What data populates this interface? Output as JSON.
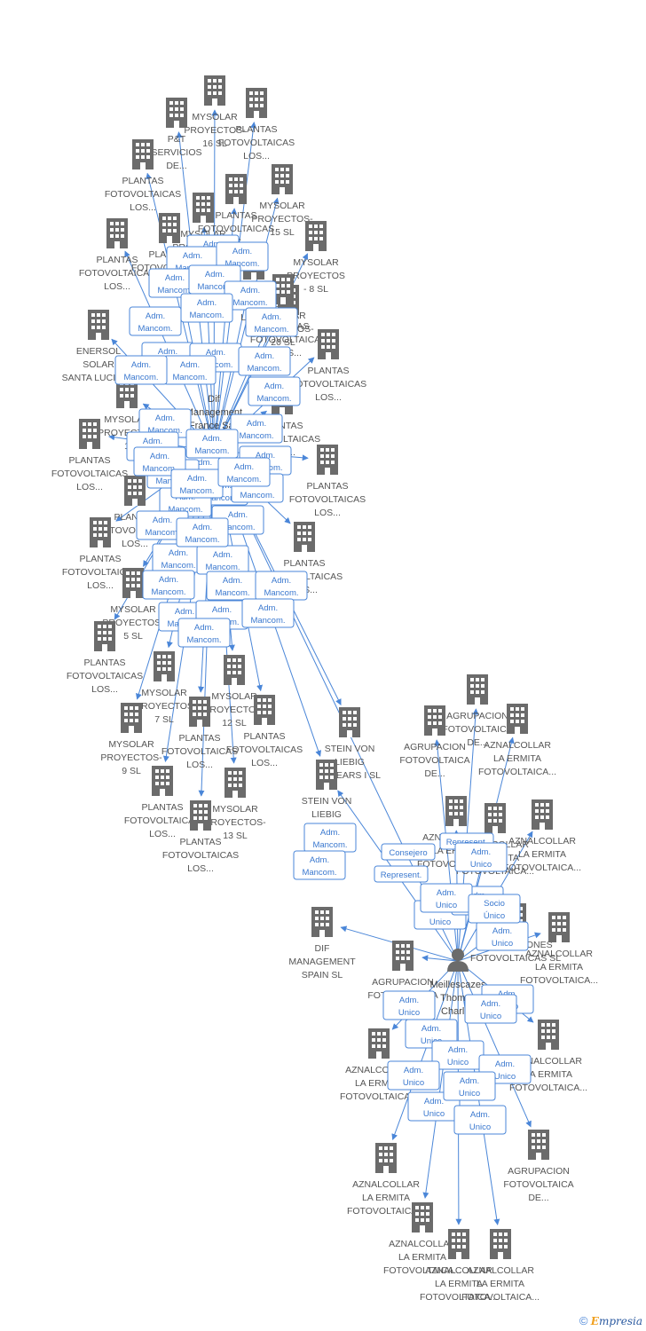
{
  "persons": [
    {
      "id": "p1",
      "label": [
        "Dif",
        "Management",
        "France Sas"
      ]
    },
    {
      "id": "p2",
      "label": [
        "Meillescazes",
        "Thomas",
        "Charles"
      ]
    }
  ],
  "companies": [
    {
      "id": "c1",
      "label": [
        "MYSOLAR",
        "PROYECTOS-",
        "16 SL"
      ]
    },
    {
      "id": "c2",
      "label": [
        "PLANTAS",
        "FOTOVOLTAICAS",
        "LOS..."
      ]
    },
    {
      "id": "c3",
      "label": [
        "P&T",
        "SERVICIOS",
        "DE..."
      ]
    },
    {
      "id": "c4",
      "label": [
        "PLANTAS",
        "FOTOVOLTAICAS",
        "LOS..."
      ]
    },
    {
      "id": "c5",
      "label": [
        "MYSOLAR",
        "PROYECTOS-",
        "15 SL"
      ]
    },
    {
      "id": "c6",
      "label": [
        "PLANTAS",
        "FOTOVOLTAICAS",
        "LOS..."
      ]
    },
    {
      "id": "c7",
      "label": [
        "MYSOLAR",
        "PROYECTOS-",
        "3 SL"
      ]
    },
    {
      "id": "c8",
      "label": [
        "PLANTAS",
        "FOTOVOLTAICAS",
        "LOS..."
      ]
    },
    {
      "id": "c9",
      "label": [
        "PLANTAS",
        "FOTOVOLTAICAS",
        "LOS..."
      ]
    },
    {
      "id": "c10",
      "label": [
        "MYSOLAR",
        "PROYECTOS",
        "- 8 SL"
      ]
    },
    {
      "id": "c11",
      "label": [
        "PLANTAS",
        "FOTOVOLTAICAS",
        "LOS..."
      ]
    },
    {
      "id": "c12",
      "label": [
        "PLANTAS",
        "FOTOVOLTAICAS",
        "LOS..."
      ]
    },
    {
      "id": "c13",
      "label": [
        "MYSOLAR",
        "PROYECTOS-",
        "20 SL"
      ]
    },
    {
      "id": "c14",
      "label": [
        "ENERSOL",
        "SOLAR",
        "SANTA LUCIA SL"
      ]
    },
    {
      "id": "c15",
      "label": [
        "PLANTAS",
        "FOTOVOLTAICAS",
        "LOS..."
      ]
    },
    {
      "id": "c16",
      "label": [
        "MYSOLAR",
        "PROYECTOS",
        "1"
      ]
    },
    {
      "id": "c17",
      "label": [
        "PLANTAS",
        "FOTOVOLTAICAS",
        "LOS..."
      ]
    },
    {
      "id": "c18",
      "label": [
        "PLANTAS",
        "FOTOVOLTAICAS",
        "LOS..."
      ]
    },
    {
      "id": "c19",
      "label": [
        "PLANTAS",
        "FOTOVOLTAICAS",
        "LOS..."
      ]
    },
    {
      "id": "c20",
      "label": [
        "PLANTAS",
        "FOTOVOLTAICAS",
        "LOS..."
      ]
    },
    {
      "id": "c21",
      "label": [
        "PLANTAS",
        "FOTOVOLTAICAS",
        "LOS..."
      ]
    },
    {
      "id": "c22",
      "label": [
        "PLANTAS",
        "FOTOVOLTAICAS",
        "LOS..."
      ]
    },
    {
      "id": "c23",
      "label": [
        "MYSOLAR",
        "PROYECTOS-",
        "5 SL"
      ]
    },
    {
      "id": "c24",
      "label": [
        "PLANTAS",
        "FOTOVOLTAICAS",
        "LOS..."
      ]
    },
    {
      "id": "c25",
      "label": [
        "MYSOLAR",
        "PROYECTOS",
        "7 SL"
      ]
    },
    {
      "id": "c26",
      "label": [
        "MYSOLAR",
        "PROYECTOS-",
        "12 SL"
      ]
    },
    {
      "id": "c27",
      "label": [
        "MYSOLAR",
        "PROYECTOS-",
        "9 SL"
      ]
    },
    {
      "id": "c28",
      "label": [
        "PLANTAS",
        "FOTOVOLTAICAS",
        "LOS..."
      ]
    },
    {
      "id": "c29",
      "label": [
        "PLANTAS",
        "FOTOVOLTAICAS",
        "LOS..."
      ]
    },
    {
      "id": "c30",
      "label": [
        "PLANTAS",
        "FOTOVOLTAICAS",
        "LOS..."
      ]
    },
    {
      "id": "c31",
      "label": [
        "MYSOLAR",
        "PROYECTOS-",
        "13 SL"
      ]
    },
    {
      "id": "c32",
      "label": [
        "PLANTAS",
        "FOTOVOLTAICAS",
        "LOS..."
      ]
    },
    {
      "id": "c33",
      "label": [
        "STEIN VON",
        "LIEBIG",
        "BALEARS I SL"
      ]
    },
    {
      "id": "c34",
      "label": [
        "STEIN VON",
        "LIEBIG",
        "BA..."
      ]
    },
    {
      "id": "c35",
      "label": [
        "DIF",
        "MANAGEMENT",
        "SPAIN  SL"
      ]
    },
    {
      "id": "c36",
      "label": [
        "AGRUPACION",
        "FOTOVOLTAICA",
        "DE..."
      ]
    },
    {
      "id": "c37",
      "label": [
        "AGRUPACION",
        "FOTOVOLTAICA",
        "DE..."
      ]
    },
    {
      "id": "c38",
      "label": [
        "AZNALCOLLAR",
        "LA ERMITA",
        "FOTOVOLTAICA..."
      ]
    },
    {
      "id": "c39",
      "label": [
        "AZNALCOLLAR",
        "LA ERMITA",
        "FOTOVOLTAICA..."
      ]
    },
    {
      "id": "c40",
      "label": [
        "AZNALCOLLAR",
        "LA ERMITA",
        "FOTOVOLTAICA..."
      ]
    },
    {
      "id": "c41",
      "label": [
        "AZNALCOLLAR",
        "LA ERMITA",
        "FOTOVOLTAICA..."
      ]
    },
    {
      "id": "c42",
      "label": [
        "INSTALACIONES",
        "FOTOVOLTAICAS SL"
      ]
    },
    {
      "id": "c43",
      "label": [
        "AGRUPACION",
        "FOTOVOLTAICA",
        "DE..."
      ]
    },
    {
      "id": "c44",
      "label": [
        "AZNALCOLLAR",
        "LA ERMITA",
        "FOTOVOLTAICA..."
      ]
    },
    {
      "id": "c45",
      "label": [
        "AZNALCOLLAR",
        "LA ERMITA",
        "FOTOVOLTAICA..."
      ]
    },
    {
      "id": "c46",
      "label": [
        "AZNALCOLLAR",
        "LA ERMITA",
        "FOTOVOLTAICA..."
      ]
    },
    {
      "id": "c47",
      "label": [
        "AGRUPACION",
        "FOTOVOLTAICA",
        "DE..."
      ]
    },
    {
      "id": "c48",
      "label": [
        "AZNALCOLLAR",
        "LA ERMITA",
        "FOTOVOLTAICA..."
      ]
    },
    {
      "id": "c49",
      "label": [
        "AZNALCOLLAR",
        "LA ERMITA",
        "FOTOVOLTAICA..."
      ]
    },
    {
      "id": "c50",
      "label": [
        "AZNALCOLLAR",
        "LA ERMITA",
        "FOTOVOLTAICA..."
      ]
    },
    {
      "id": "c51",
      "label": [
        "AZNALCOLLAR",
        "LA ERMITA",
        "FOTOVOLTAICA..."
      ]
    }
  ],
  "relations": [
    {
      "id": "r1",
      "text": [
        "Adm.",
        "Mancom."
      ]
    },
    {
      "id": "r2",
      "text": [
        "Adm.",
        "Mancom."
      ]
    },
    {
      "id": "r3",
      "text": [
        "Adm.",
        "Mancom."
      ]
    },
    {
      "id": "r4",
      "text": [
        "Adm.",
        "Mancom."
      ]
    },
    {
      "id": "r5",
      "text": [
        "Adm.",
        "Mancom."
      ]
    },
    {
      "id": "r6",
      "text": [
        "Adm.",
        "Mancom."
      ]
    },
    {
      "id": "r7",
      "text": [
        "Adm.",
        "Mancom."
      ]
    },
    {
      "id": "r8",
      "text": [
        "Adm.",
        "Mancom."
      ]
    },
    {
      "id": "r9",
      "text": [
        "Adm.",
        "Mancom."
      ]
    },
    {
      "id": "r10",
      "text": [
        "Adm.",
        "Mancom."
      ]
    },
    {
      "id": "r11",
      "text": [
        "Adm.",
        "Mancom."
      ]
    },
    {
      "id": "r12",
      "text": [
        "Adm.",
        "Mancom."
      ]
    },
    {
      "id": "r13",
      "text": [
        "Adm.",
        "Mancom."
      ]
    },
    {
      "id": "r14",
      "text": [
        "Adm.",
        "Mancom."
      ]
    },
    {
      "id": "r15",
      "text": [
        "Adm.",
        "Mancom."
      ]
    },
    {
      "id": "r16",
      "text": [
        "Adm.",
        "Mancom."
      ]
    },
    {
      "id": "r17",
      "text": [
        "Adm.",
        "Mancom."
      ]
    },
    {
      "id": "r18",
      "text": [
        "Adm.",
        "Mancom."
      ]
    },
    {
      "id": "r19",
      "text": [
        "Adm.",
        "Mancom."
      ]
    },
    {
      "id": "r20",
      "text": [
        "Adm.",
        "Mancom."
      ]
    },
    {
      "id": "r21",
      "text": [
        "Adm.",
        "Mancom."
      ]
    },
    {
      "id": "r22",
      "text": [
        "Adm.",
        "Mancom."
      ]
    },
    {
      "id": "r23",
      "text": [
        "Adm.",
        "Mancom."
      ]
    },
    {
      "id": "r24",
      "text": [
        "Adm.",
        "Mancom."
      ]
    },
    {
      "id": "r25",
      "text": [
        "Adm.",
        "Mancom."
      ]
    },
    {
      "id": "r26",
      "text": [
        "Adm.",
        "Mancom."
      ]
    },
    {
      "id": "r27",
      "text": [
        "Adm.",
        "Mancom."
      ]
    },
    {
      "id": "r28",
      "text": [
        "Adm.",
        "Mancom."
      ]
    },
    {
      "id": "r29",
      "text": [
        "Adm.",
        "Mancom."
      ]
    },
    {
      "id": "r30",
      "text": [
        "Adm.",
        "Mancom."
      ]
    },
    {
      "id": "r31",
      "text": [
        "Adm.",
        "Mancom."
      ]
    },
    {
      "id": "r32",
      "text": [
        "Adm.",
        "Mancom."
      ]
    },
    {
      "id": "r33",
      "text": [
        "Adm.",
        "Mancom."
      ]
    },
    {
      "id": "r34",
      "text": [
        "Adm.",
        "Mancom."
      ]
    },
    {
      "id": "r35",
      "text": [
        "Adm.",
        "Mancom."
      ]
    },
    {
      "id": "r36",
      "text": [
        "Adm.",
        "Mancom."
      ]
    },
    {
      "id": "r37",
      "text": [
        "Adm.",
        "Mancom."
      ]
    },
    {
      "id": "r38",
      "text": [
        "Adm.",
        "Mancom."
      ]
    },
    {
      "id": "r39",
      "text": [
        "Adm.",
        "Mancom."
      ]
    },
    {
      "id": "r40",
      "text": [
        "Adm.",
        "Mancom."
      ]
    },
    {
      "id": "r41",
      "text": [
        "Adm.",
        "Mancom."
      ]
    },
    {
      "id": "r42",
      "text": [
        "Adm.",
        "Mancom."
      ]
    },
    {
      "id": "r43",
      "text": [
        "Consejero"
      ]
    },
    {
      "id": "r44",
      "text": [
        "Represent."
      ]
    },
    {
      "id": "r45",
      "text": [
        "Represent."
      ]
    },
    {
      "id": "r46",
      "text": [
        "Adm.",
        "Unico"
      ]
    },
    {
      "id": "r47",
      "text": [
        "Adm.",
        "Unico"
      ]
    },
    {
      "id": "r48",
      "text": [
        "Adm.",
        "Unico"
      ]
    },
    {
      "id": "r49",
      "text": [
        "Adm.",
        "Unico"
      ]
    },
    {
      "id": "r50",
      "text": [
        "Adm.",
        "Unico"
      ]
    },
    {
      "id": "r51",
      "text": [
        "Adm.",
        "Unico"
      ]
    },
    {
      "id": "r52",
      "text": [
        "Adm.",
        "Unico"
      ]
    },
    {
      "id": "r53",
      "text": [
        "Adm.",
        "Unico"
      ]
    },
    {
      "id": "r54",
      "text": [
        "Adm.",
        "Unico"
      ]
    },
    {
      "id": "r55",
      "text": [
        "Adm.",
        "Unico"
      ]
    },
    {
      "id": "r56",
      "text": [
        "Adm.",
        "Unico"
      ]
    },
    {
      "id": "r57",
      "text": [
        "Adm.",
        "Unico"
      ]
    },
    {
      "id": "r58",
      "text": [
        "Adm.",
        "Unico"
      ]
    },
    {
      "id": "r59",
      "text": [
        "Adm.",
        "Unico"
      ]
    },
    {
      "id": "r60",
      "text": [
        "Adm.",
        "Unico"
      ]
    },
    {
      "id": "r61",
      "text": [
        "Adm.",
        "Unico"
      ]
    },
    {
      "id": "r62",
      "text": [
        "Socio",
        "Único"
      ]
    }
  ],
  "footer": {
    "copyright": "©",
    "brand_initial": "E",
    "brand_rest": "mpresia"
  },
  "colors": {
    "edge": "#4a86d8",
    "icon": "#6b6b6b",
    "label": "#555555"
  }
}
